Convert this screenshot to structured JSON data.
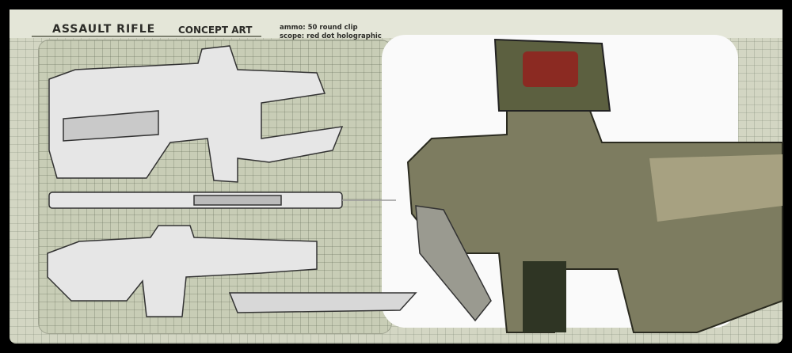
{
  "header": {
    "title": "ASSAULT RIFLE",
    "subtitle": "CONCEPT ART",
    "specs": [
      "ammo: 50 round clip",
      "scope: red dot holographic"
    ]
  },
  "colors": {
    "background": "#d3d6c3",
    "frame": "#000000",
    "camo": "#8a8a6a",
    "scope_lens": "#c0392b"
  }
}
